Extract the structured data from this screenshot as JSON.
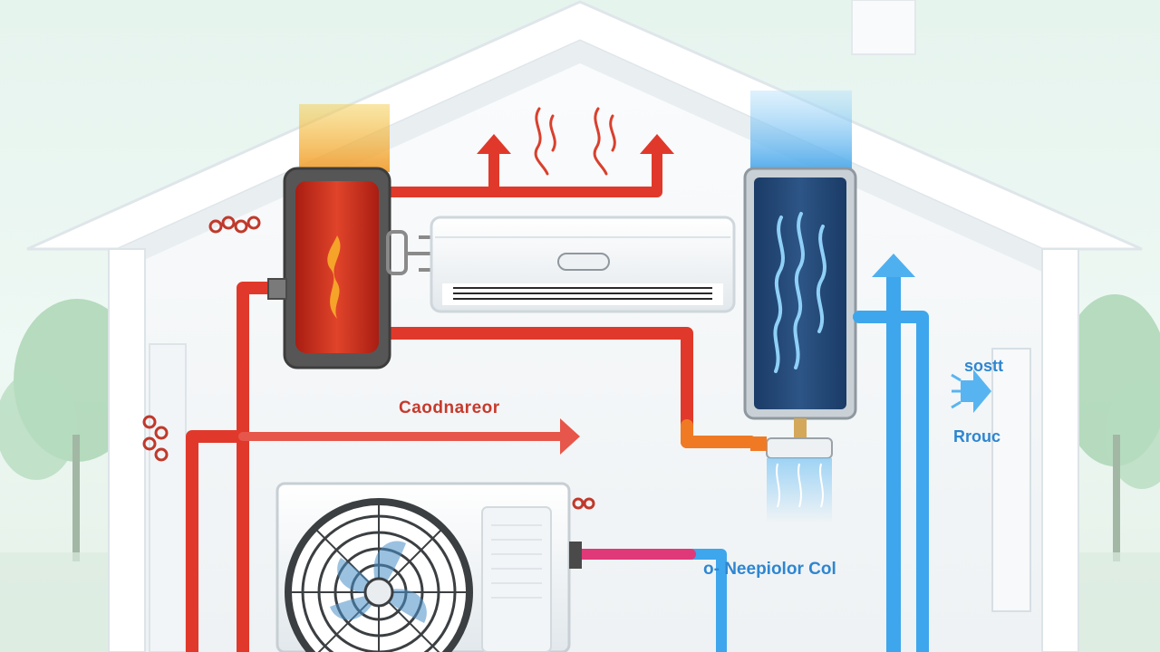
{
  "labels": {
    "condenser": "Caodnareor",
    "evaporator_coil": "o- Neepiolor Col",
    "air_out_top": "sostt",
    "air_out_bottom": "Rrouc"
  },
  "colors": {
    "hot_pipe": "#e0392b",
    "hot_pipe_dark": "#b62a1f",
    "cold_pipe": "#3ea6ec",
    "cold_pipe_dark": "#2a86c9",
    "condenser_label": "#c63a2c",
    "evaporator_label": "#2e86d1",
    "house_wall": "#f4f7f8",
    "tree": "#8fc79e"
  },
  "icons": {
    "heat_waves": "heat-waves-icon",
    "cold_waves": "cold-waves-icon",
    "fan": "fan-icon"
  }
}
